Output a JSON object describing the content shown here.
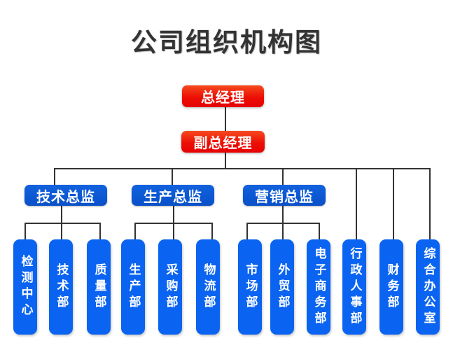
{
  "title": "公司组织机构图",
  "colors": {
    "red": "#ec0f05",
    "director_blue": "#0b57d2",
    "dept_blue": "#0a64f1",
    "line": "#333333",
    "box_text": "#ffffff",
    "title_text": "#333333"
  },
  "org": {
    "general_manager": "总经理",
    "deputy_general_manager": "副总经理",
    "directors": [
      {
        "label": "技术总监",
        "departments": [
          "检测中心",
          "技术部",
          "质量部"
        ]
      },
      {
        "label": "生产总监",
        "departments": [
          "生产部",
          "采购部",
          "物流部"
        ]
      },
      {
        "label": "营销总监",
        "departments": [
          "市场部",
          "外贸部",
          "电子商务部"
        ]
      }
    ],
    "direct_departments": [
      "行政人事部",
      "财务部",
      "综合办公室"
    ]
  }
}
